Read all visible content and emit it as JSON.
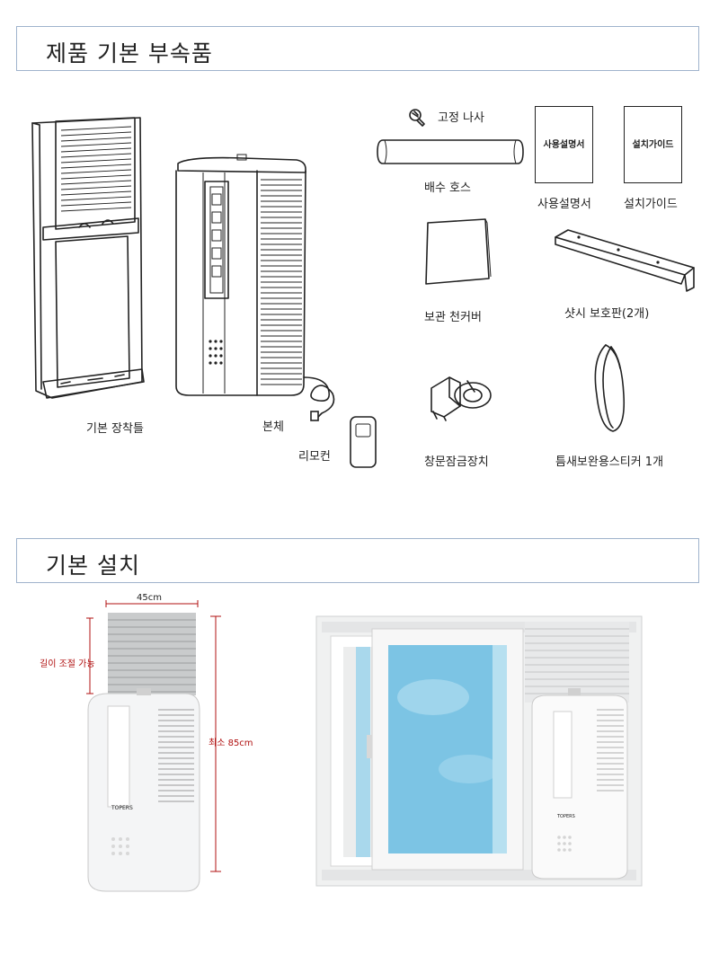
{
  "sections": {
    "accessories_title": "제품 기본 부속품",
    "install_title": "기본 설치"
  },
  "items": {
    "frame": "기본 장착틀",
    "body": "본체",
    "remote": "리모컨",
    "screw": "고정 나사",
    "drain_hose": "배수 호스",
    "manual": "사용설명서",
    "install_guide": "설치가이드",
    "ceiling_cover": "보관 천커버",
    "sash_protector": "샷시 보호판(2개)",
    "window_lock": "창문잠금장치",
    "gap_sticker": "틈새보완용스티커 1개"
  },
  "doc_box_labels": {
    "manual": "사용설명서",
    "install_guide": "설치가이드"
  },
  "dimensions": {
    "width": "45cm",
    "adjustable": "길이 조절 가능",
    "min_height": "최소 85cm"
  },
  "brand": "TOPERS",
  "colors": {
    "header_border": "#9fb3cc",
    "dimension_red": "#b01010",
    "sky_blue": "#7cc4e4"
  }
}
